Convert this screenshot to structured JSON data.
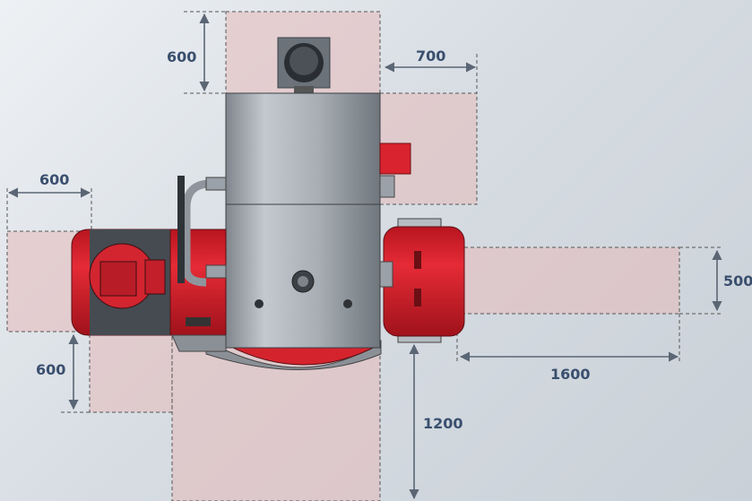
{
  "dimensions": {
    "top_height": "600",
    "top_right_width": "700",
    "left_width": "600",
    "left_bottom_height": "600",
    "right_height": "500",
    "right_length": "1600",
    "bottom_length": "1200"
  },
  "colors": {
    "clearance_zone": "#e8b8b8",
    "burner_red": "#d9232e",
    "steel_grey": "#9aa1a8",
    "dimension_text": "#3a4f6e"
  }
}
